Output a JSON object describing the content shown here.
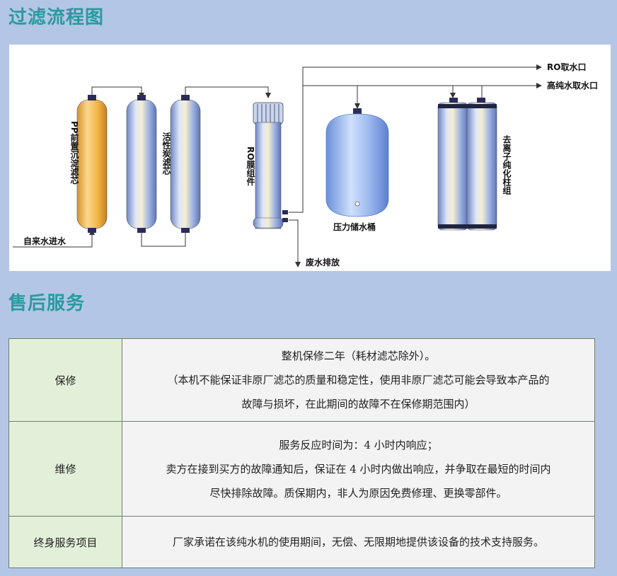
{
  "sections": {
    "flow_title": "过滤流程图",
    "service_title": "售后服务"
  },
  "diagram": {
    "labels": {
      "inlet": "自来水进水",
      "pp_filter": "PP前置沉淀滤芯",
      "carbon_filter": "活性炭滤芯",
      "ro_membrane": "RO膜组件",
      "waste_drain": "废水排放",
      "pressure_tank": "压力储水桶",
      "ro_outlet": "RO取水口",
      "pure_outlet": "高纯水取水口",
      "deionizer": "去离子纯化柱组"
    },
    "colors": {
      "pp": "#f2b544",
      "blue_cylinder": "#8aa6de",
      "tank": "#9bb8ee",
      "pipe": "#333333"
    }
  },
  "service_table": {
    "rows": [
      {
        "label": "保修",
        "lines": [
          "整机保修二年（耗材滤芯除外）。",
          "（本机不能保证非原厂滤芯的质量和稳定性，使用非原厂滤芯可能会导致本产品的",
          "故障与损坏，在此期间的故障不在保修期范围内）"
        ]
      },
      {
        "label": "维修",
        "lines": [
          "服务反应时间为：4 小时内响应；",
          "卖方在接到买方的故障通知后，保证在 4 小时内做出响应，并争取在最短的时间内",
          "尽快排除故障。质保期内，非人为原因免费修理、更换零部件。"
        ]
      },
      {
        "label": "终身服务项目",
        "lines": [
          "厂家承诺在该纯水机的使用期间，无偿、无限期地提供该设备的技术支持服务。"
        ]
      }
    ]
  }
}
